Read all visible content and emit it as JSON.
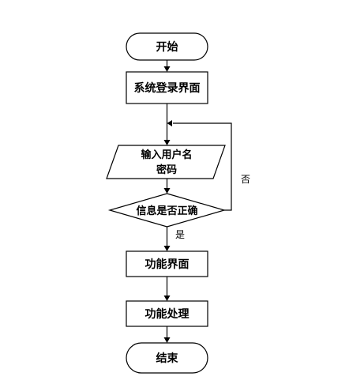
{
  "flowchart": {
    "start": "开始",
    "login": "系统登录界面",
    "input_line1": "输入用户名",
    "input_line2": "密码",
    "decision": "信息是否正确",
    "yes_label": "是",
    "no_label": "否",
    "function_ui": "功能界面",
    "function_proc": "功能处理",
    "end": "结束"
  }
}
